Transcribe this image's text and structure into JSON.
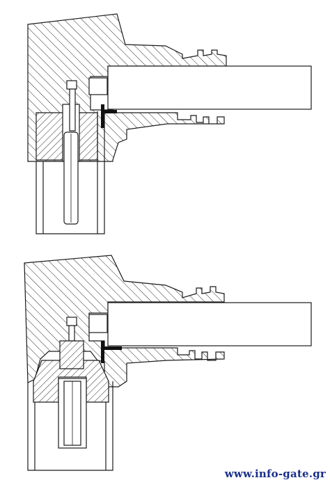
{
  "figures": [
    {
      "name": "upper-connector-section",
      "label": ""
    },
    {
      "name": "lower-connector-section",
      "label": ""
    }
  ],
  "colors": {
    "line": "#1a1a1a",
    "hatch": "#2a2a2a",
    "paper": "#ffffff",
    "watermark": "#1a2f8a"
  },
  "watermark": {
    "text": "www.info-gate.gr"
  }
}
